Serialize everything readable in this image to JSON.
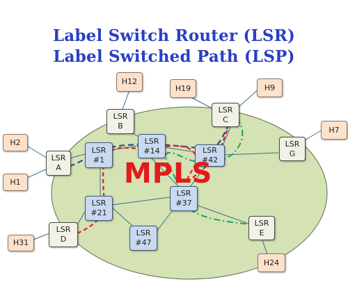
{
  "title_line1": "Label Switch Router (LSR)",
  "title_line2": "Label Switched Path (LSP)",
  "cloud_label": "MPLS",
  "colors": {
    "title": "#2b3fc4",
    "cloud_fill": "#d5e2b4",
    "mpls_text": "#e11b1b",
    "path_red": "#e52222",
    "path_blue": "#2f4e78",
    "path_green": "#14a45a",
    "host_fill": "#fce1cb",
    "edge_fill": "#f1f1e8",
    "core_fill": "#c9d9f0"
  },
  "nodes": {
    "h12": {
      "line1": "H12"
    },
    "h19": {
      "line1": "H19"
    },
    "h9": {
      "line1": "H9"
    },
    "h7": {
      "line1": "H7"
    },
    "h2": {
      "line1": "H2"
    },
    "h1": {
      "line1": "H1"
    },
    "h31": {
      "line1": "H31"
    },
    "h24": {
      "line1": "H24"
    },
    "lsr_b": {
      "line1": "LSR",
      "line2": "B"
    },
    "lsr_c": {
      "line1": "LSR",
      "line2": "C"
    },
    "lsr_g": {
      "line1": "LSR",
      "line2": "G"
    },
    "lsr_a": {
      "line1": "LSR",
      "line2": "A"
    },
    "lsr_d": {
      "line1": "LSR",
      "line2": "D"
    },
    "lsr_e": {
      "line1": "LSR",
      "line2": "E"
    },
    "lsr_1": {
      "line1": "LSR",
      "line2": "#1"
    },
    "lsr_14": {
      "line1": "LSR",
      "line2": "#14"
    },
    "lsr_42": {
      "line1": "LSR",
      "line2": "#42"
    },
    "lsr_21": {
      "line1": "LSR",
      "line2": "#21"
    },
    "lsr_37": {
      "line1": "LSR",
      "line2": "#37"
    },
    "lsr_47": {
      "line1": "LSR",
      "line2": "#47"
    }
  }
}
